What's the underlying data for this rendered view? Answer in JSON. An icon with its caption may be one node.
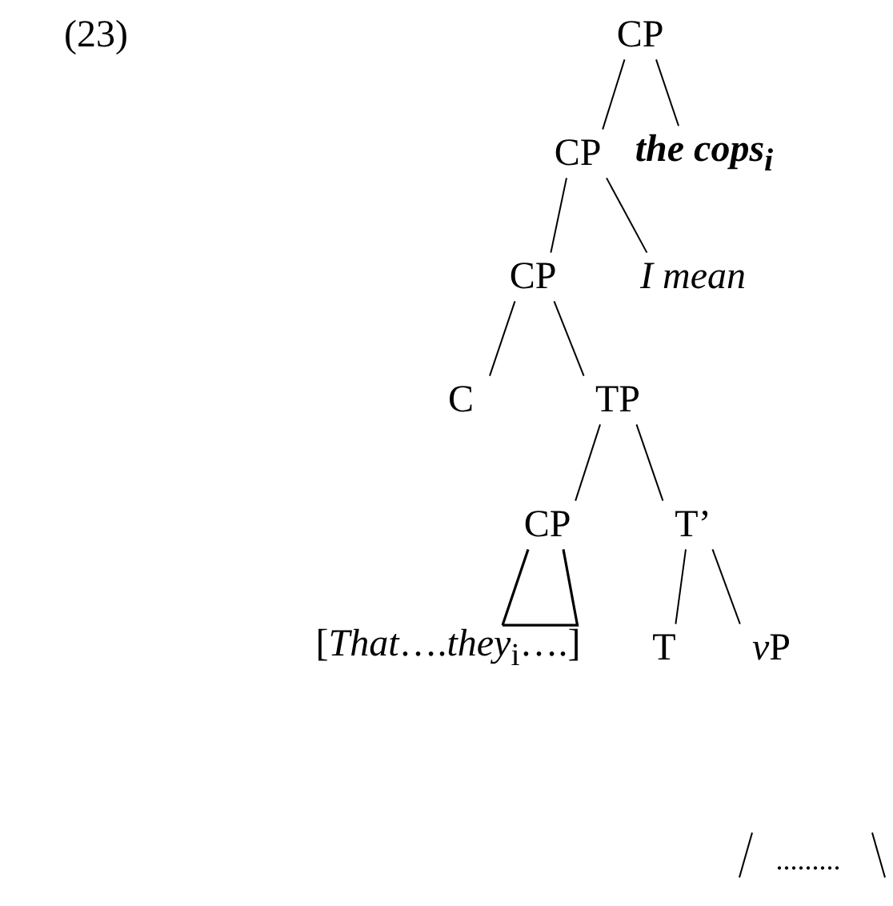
{
  "diagram": {
    "nodes": [
      {
        "text": [
          "CP"
        ]
      },
      {
        "text": [
          "CP"
        ]
      },
      {
        "text": [
          "the cops$_{i}$"
        ]
      },
      {
        "text": [
          "CP"
        ]
      },
      {
        "text": [
          "I mean"
        ]
      },
      {
        "text": [
          "C"
        ]
      },
      {
        "text": [
          "TP"
        ]
      },
      {
        "text": [
          "CP"
        ]
      },
      {
        "text": [
          "T’"
        ]
      },
      {
        "text": [
          "[*That*….*they*$_{i}$….]"
        ]
      },
      {
        "text": [
          "T"
        ]
      },
      {
        "text": [
          "vP"
        ]
      }
    ],
    "edges": [
      {
        "from": 0,
        "to": 1,
        "arrow": "none"
      },
      {
        "from": 0,
        "to": 2,
        "arrow": "none"
      },
      {
        "from": 1,
        "to": 3,
        "arrow": "none"
      },
      {
        "from": 1,
        "to": 4,
        "arrow": "none"
      },
      {
        "from": 3,
        "to": 5,
        "arrow": "none"
      },
      {
        "from": 3,
        "to": 6,
        "arrow": "none"
      },
      {
        "from": 6,
        "to": 7,
        "arrow": "none"
      },
      {
        "from": 6,
        "to": 8,
        "arrow": "none"
      },
      {
        "from": 7,
        "to": 9,
        "arrow": "none"
      },
      {
        "from": 8,
        "to": 10,
        "arrow": "none"
      },
      {
        "from": 8,
        "to": 11,
        "arrow": "none"
      }
    ],
    "labels": [
      "(23)",
      "........."
    ]
  }
}
